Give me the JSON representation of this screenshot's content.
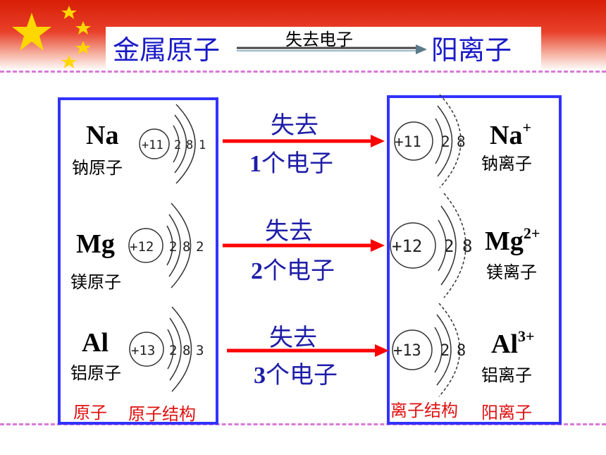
{
  "header": {
    "left": "金属原子",
    "arrow_label": "失去电子",
    "right": "阳离子"
  },
  "colors": {
    "banner": "#d81e06",
    "star": "#ffd700",
    "title_text": "#1a1ac8",
    "panel_border": "#3232ff",
    "arrow": "#ff0000",
    "lose_text": "#1e1ea8",
    "footer_text": "#e01010"
  },
  "atoms": [
    {
      "symbol": "Na",
      "name": "钠原子",
      "nucleus": "+11",
      "shells": [
        "2",
        "8",
        "1"
      ]
    },
    {
      "symbol": "Mg",
      "name": "镁原子",
      "nucleus": "+12",
      "shells": [
        "2",
        "8",
        "2"
      ]
    },
    {
      "symbol": "Al",
      "name": "铝原子",
      "nucleus": "+13",
      "shells": [
        "2",
        "8",
        "3"
      ]
    }
  ],
  "transitions": [
    {
      "line1": "失去",
      "count": "1",
      "suffix": "个电子"
    },
    {
      "line1": "失去",
      "count": "2",
      "suffix": "个电子"
    },
    {
      "line1": "失去",
      "count": "3",
      "suffix": "个电子"
    }
  ],
  "ions": [
    {
      "symbol": "Na",
      "charge": "+",
      "name": "钠离子",
      "nucleus": "+11",
      "shells": [
        "2",
        "8"
      ]
    },
    {
      "symbol": "Mg",
      "charge": "2+",
      "name": "镁离子",
      "nucleus": "+12",
      "shells": [
        "2",
        "8"
      ]
    },
    {
      "symbol": "Al",
      "charge": "3+",
      "name": "铝离子",
      "nucleus": "+13",
      "shells": [
        "2",
        "8"
      ]
    }
  ],
  "footer": {
    "atom_label": "原子",
    "atom_struct_label": "原子结构",
    "ion_struct_label": "离子结构",
    "ion_label": "阳离子"
  }
}
